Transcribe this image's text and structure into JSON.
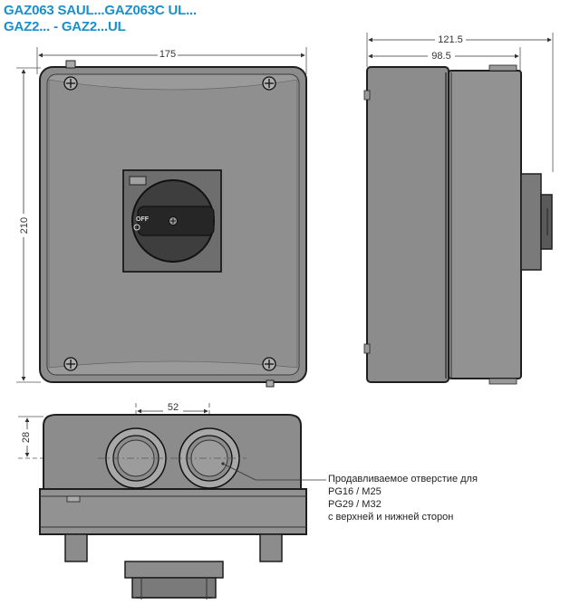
{
  "titles": {
    "line1": "GAZ063 SAUL...GAZ063C UL...",
    "line2": "GAZ2... - GAZ2...UL"
  },
  "dimensions": {
    "front_width": "175",
    "front_height": "210",
    "side_total": "121.5",
    "side_body": "98.5",
    "gland_spacing": "52",
    "top_height": "28"
  },
  "handle": {
    "off_label": "OFF"
  },
  "note": {
    "lines": [
      "Продавливаемое отверстие для",
      "PG16 / M25",
      "PG29 / M32",
      "с верхней и нижней сторон"
    ]
  },
  "colors": {
    "title": "#1a8fc8",
    "body": "#8a8a8a",
    "body_light": "#a4a4a4",
    "outline": "#1f1f1f"
  }
}
